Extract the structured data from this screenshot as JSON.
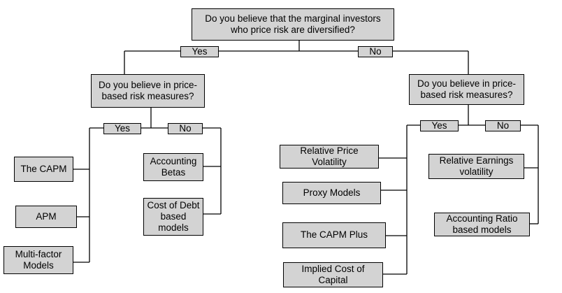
{
  "root": {
    "question": "Do you believe that the marginal investors\nwho price risk are diversified?"
  },
  "root_branches": {
    "yes": "Yes",
    "no": "No"
  },
  "left": {
    "question": "Do you believe in price-\nbased risk measures?",
    "yes": "Yes",
    "no": "No",
    "yes_models": [
      "The CAPM",
      "APM",
      "Multi-factor\nModels"
    ],
    "no_models": [
      "Accounting\nBetas",
      "Cost of Debt\nbased\nmodels"
    ]
  },
  "right": {
    "question": "Do you believe in price-\nbased risk measures?",
    "yes": "Yes",
    "no": "No",
    "yes_models": [
      "Relative Price\nVolatility",
      "Proxy Models",
      "The CAPM Plus",
      "Implied Cost of\nCapital"
    ],
    "no_models": [
      "Relative Earnings\nvolatility",
      "Accounting Ratio\nbased models"
    ]
  }
}
